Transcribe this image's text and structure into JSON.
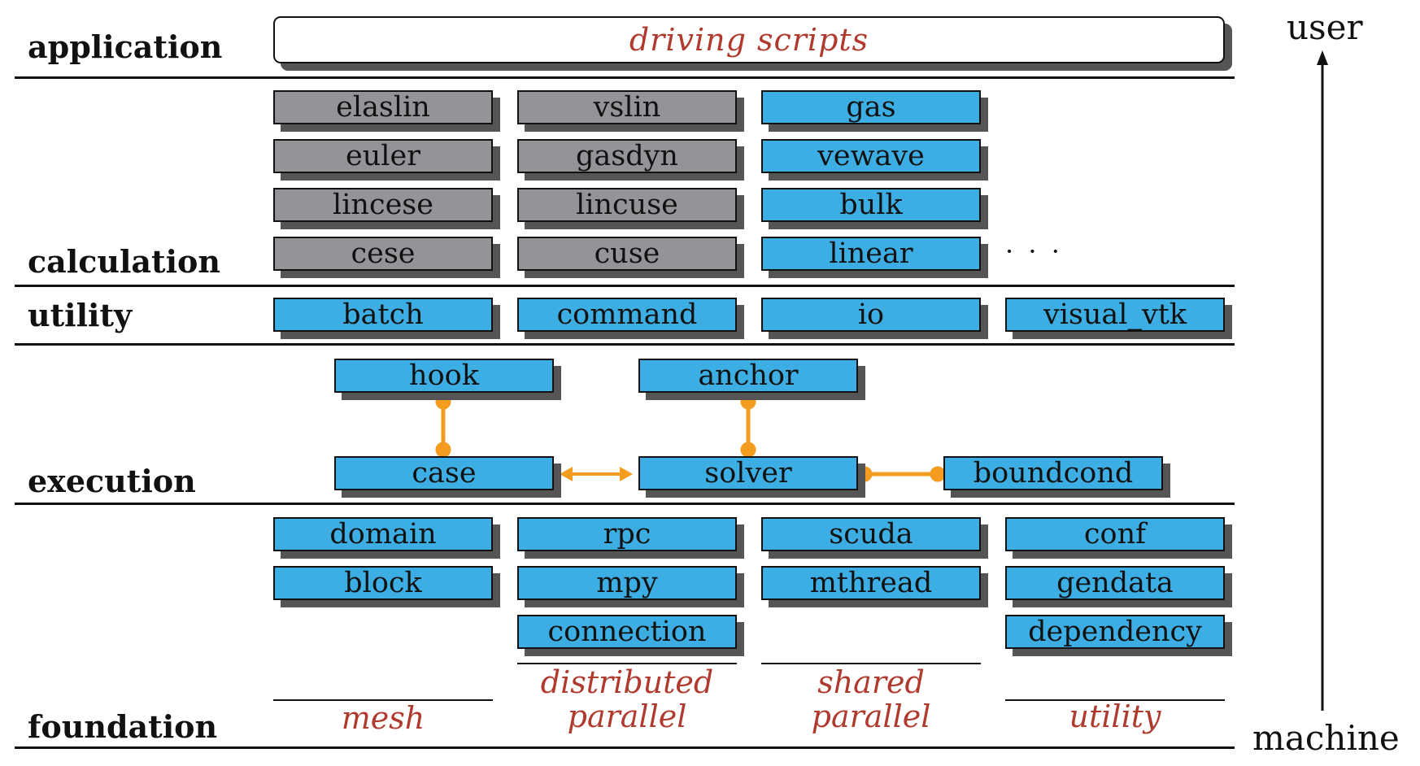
{
  "layers": {
    "application": "application",
    "calculation": "calculation",
    "utility": "utility",
    "execution": "execution",
    "foundation": "foundation"
  },
  "driving_scripts": "driving scripts",
  "calculation_modules": {
    "col1": [
      "elaslin",
      "euler",
      "lincese",
      "cese"
    ],
    "col2": [
      "vslin",
      "gasdyn",
      "lincuse",
      "cuse"
    ],
    "col3": [
      "gas",
      "vewave",
      "bulk",
      "linear"
    ],
    "ellipsis": "· · ·"
  },
  "utility_modules": [
    "batch",
    "command",
    "io",
    "visual_vtk"
  ],
  "execution_modules": {
    "hook": "hook",
    "anchor": "anchor",
    "case": "case",
    "solver": "solver",
    "boundcond": "boundcond"
  },
  "foundation_modules": {
    "mesh": [
      "domain",
      "block"
    ],
    "distributed_parallel": [
      "rpc",
      "mpy",
      "connection"
    ],
    "shared_parallel": [
      "scuda",
      "mthread"
    ],
    "utility": [
      "conf",
      "gendata",
      "dependency"
    ]
  },
  "foundation_categories": {
    "mesh": "mesh",
    "distributed_parallel": [
      "distributed",
      "parallel"
    ],
    "shared_parallel": [
      "shared",
      "parallel"
    ],
    "utility": "utility"
  },
  "axis": {
    "top": "user",
    "bottom": "machine"
  },
  "colors": {
    "legacy_module": "#929497",
    "module": "#3daee3",
    "connector": "#f39c1f",
    "category_text": "#b03a2e"
  }
}
